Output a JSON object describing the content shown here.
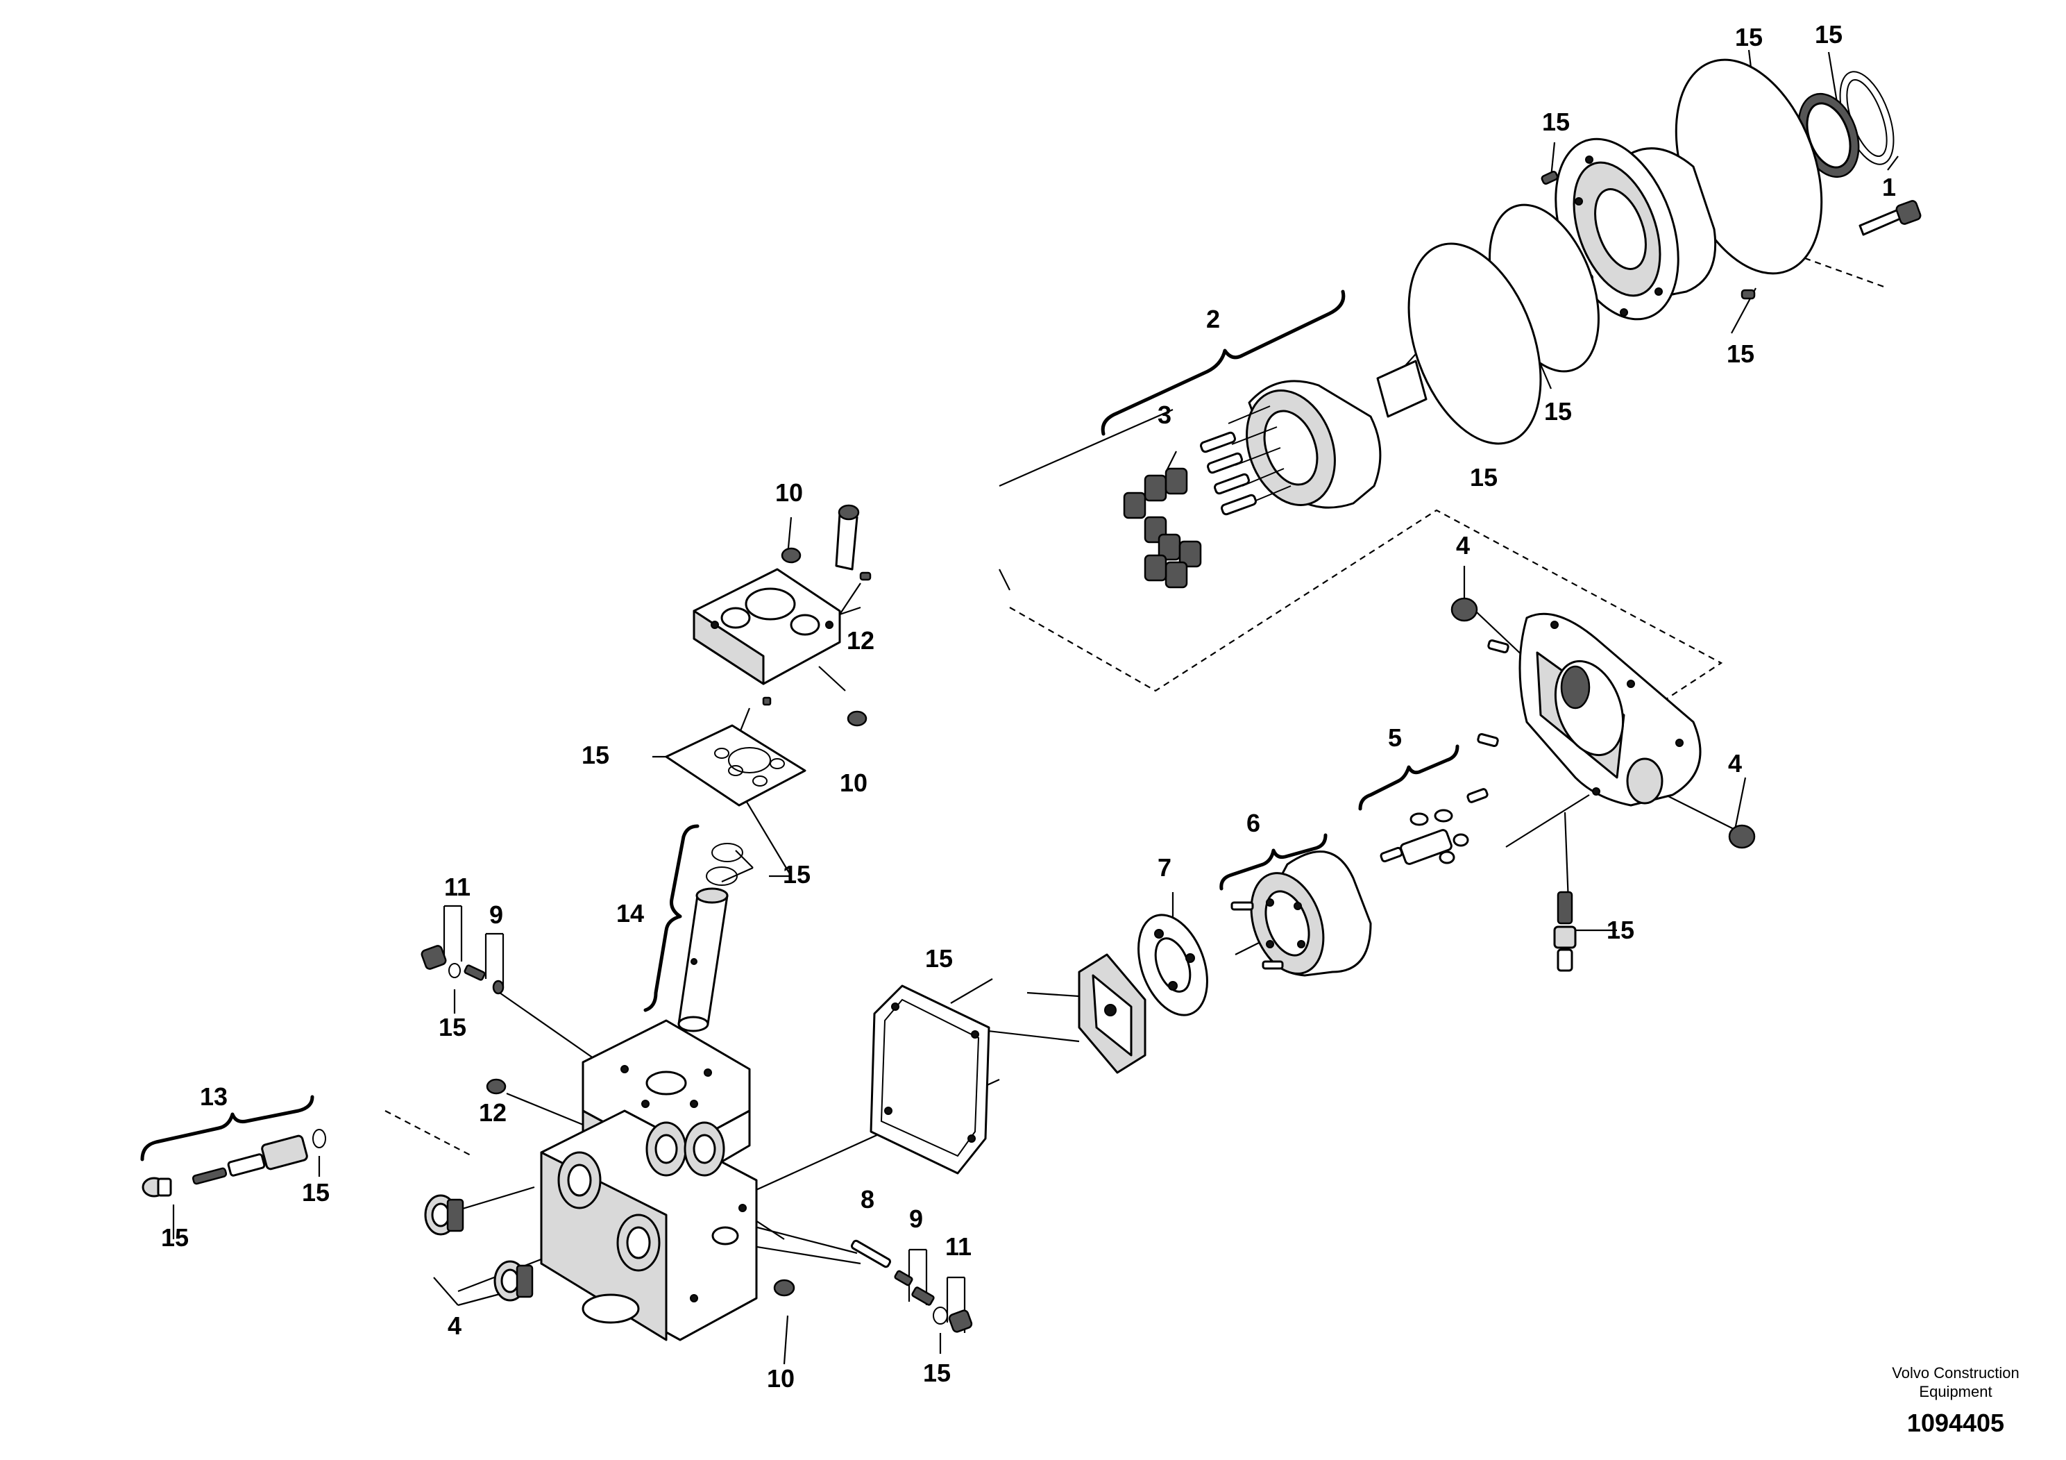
{
  "callouts": [
    {
      "id": "c-15-a",
      "text": "15"
    },
    {
      "id": "c-15-b",
      "text": "15"
    },
    {
      "id": "c-15-c",
      "text": "15"
    },
    {
      "id": "c-1",
      "text": "1"
    },
    {
      "id": "c-15-d",
      "text": "15"
    },
    {
      "id": "c-2",
      "text": "2"
    },
    {
      "id": "c-15-e",
      "text": "15"
    },
    {
      "id": "c-3",
      "text": "3"
    },
    {
      "id": "c-15-f",
      "text": "15"
    },
    {
      "id": "c-10-a",
      "text": "10"
    },
    {
      "id": "c-12-a",
      "text": "12"
    },
    {
      "id": "c-4-a",
      "text": "4"
    },
    {
      "id": "c-15-g",
      "text": "15"
    },
    {
      "id": "c-10-b",
      "text": "10"
    },
    {
      "id": "c-5",
      "text": "5"
    },
    {
      "id": "c-4-b",
      "text": "4"
    },
    {
      "id": "c-15-h",
      "text": "15"
    },
    {
      "id": "c-6",
      "text": "6"
    },
    {
      "id": "c-7",
      "text": "7"
    },
    {
      "id": "c-14",
      "text": "14"
    },
    {
      "id": "c-11-a",
      "text": "11"
    },
    {
      "id": "c-9-a",
      "text": "9"
    },
    {
      "id": "c-15-i",
      "text": "15"
    },
    {
      "id": "c-15-j",
      "text": "15"
    },
    {
      "id": "c-15-k",
      "text": "15"
    },
    {
      "id": "c-12-b",
      "text": "12"
    },
    {
      "id": "c-13",
      "text": "13"
    },
    {
      "id": "c-15-l",
      "text": "15"
    },
    {
      "id": "c-15-m",
      "text": "15"
    },
    {
      "id": "c-4-c",
      "text": "4"
    },
    {
      "id": "c-10-c",
      "text": "10"
    },
    {
      "id": "c-8",
      "text": "8"
    },
    {
      "id": "c-9-b",
      "text": "9"
    },
    {
      "id": "c-11-b",
      "text": "11"
    },
    {
      "id": "c-15-n",
      "text": "15"
    }
  ],
  "footer": {
    "company_line1": "Volvo Construction",
    "company_line2": "Equipment",
    "drawing_number": "1094405"
  }
}
